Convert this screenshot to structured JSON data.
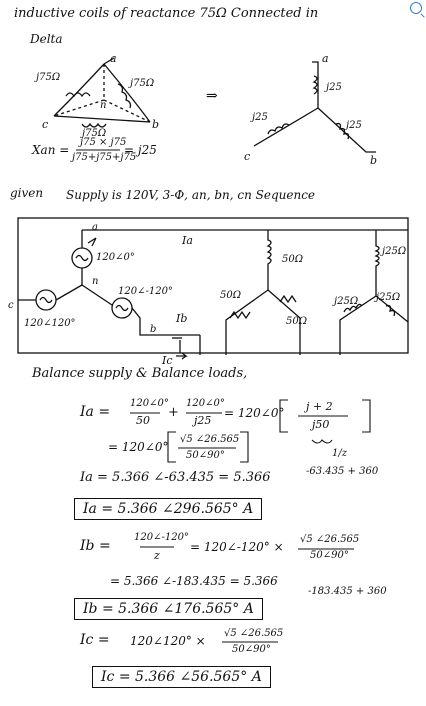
{
  "header": {
    "line1": "inductive coils of reactance 75Ω Connected in",
    "line2": "Delta"
  },
  "delta_diagram": {
    "node_a": "a",
    "node_b": "b",
    "node_c": "c",
    "node_n": "n",
    "left_coil": "j75Ω",
    "right_coil": "j75Ω",
    "bottom_coil": "j75Ω"
  },
  "transform_arrow": "⇒",
  "star_diagram": {
    "node_a": "a",
    "node_b": "b",
    "node_c": "c",
    "branch_a": "j25",
    "branch_left": "j25",
    "branch_right": "j25"
  },
  "xan": {
    "label": "Xan =",
    "numerator": "j75 × j75",
    "denominator": "j75+j75+j75",
    "result": "= j25"
  },
  "given": {
    "label": "given",
    "text": "Supply is 120V, 3-Φ, an, bn, cn Sequence"
  },
  "circuit": {
    "src_a": "120∠0°",
    "src_b": "120∠-120°",
    "src_c": "120∠120°",
    "node_a": "a",
    "node_n": "n",
    "node_b": "b",
    "node_c": "c",
    "ia": "Ia",
    "ib": "Ib",
    "ic": "Ic",
    "r1": "50Ω",
    "r2": "50Ω",
    "r3": "50Ω",
    "l1": "j25Ω",
    "l2": "j25Ω",
    "l3": "j25Ω"
  },
  "balance": "Balance supply & Balance loads,",
  "eq_ia": {
    "label": "Ia =",
    "t1_num": "120∠0°",
    "t1_den": "50",
    "plus": "+",
    "t2_num": "120∠0°",
    "t2_den": "j25",
    "eq1": "= 120∠0°",
    "br_num": "j + 2",
    "br_den": "j50",
    "under_mark": "1/z",
    "line2_pre": "= 120∠0°",
    "line2_num": "√5 ∠26.565",
    "line2_den": "50∠90°",
    "line3": "Ia = 5.366 ∠-63.435 = 5.366",
    "line3_exp": "-63.435 + 360",
    "boxed": "Ia = 5.366 ∠296.565° A"
  },
  "eq_ib": {
    "label": "Ib =",
    "num": "120∠-120°",
    "den": "z",
    "rhs": "= 120∠-120° ×",
    "frac_num": "√5 ∠26.565",
    "frac_den": "50∠90°",
    "line2": "= 5.366 ∠-183.435 = 5.366",
    "line2_exp": "-183.435 + 360",
    "boxed": "Ib = 5.366 ∠176.565° A"
  },
  "eq_ic": {
    "label": "Ic =",
    "rhs": "120∠120° ×",
    "frac_num": "√5 ∠26.565",
    "frac_den": "50∠90°",
    "boxed": "Ic = 5.366 ∠56.565° A"
  }
}
